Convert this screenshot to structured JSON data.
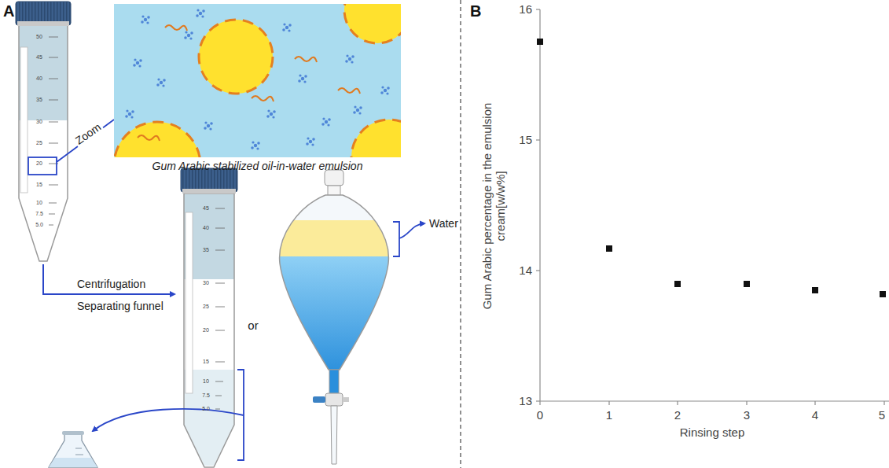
{
  "diagram": {
    "nodes": [
      {
        "text": [
          "Gum Arabic stabilized oil-in-water emulsion"
        ]
      }
    ],
    "labels": [
      "A",
      "B",
      "Zoom",
      "Centrifugation",
      "Separating funnel",
      "or",
      "Water",
      "Gum Arabic percentage in the emulsion cream[w/w%]",
      "Rinsing step",
      "16",
      "15",
      "14",
      "13",
      "0",
      "1",
      "2",
      "3",
      "4",
      "5",
      "50",
      "45",
      "40",
      "35",
      "30",
      "25",
      "20",
      "15",
      "10",
      "7.5",
      "5.0",
      "45",
      "40",
      "35",
      "30",
      "25",
      "20",
      "15",
      "10",
      "7.5",
      "5.0"
    ]
  }
}
